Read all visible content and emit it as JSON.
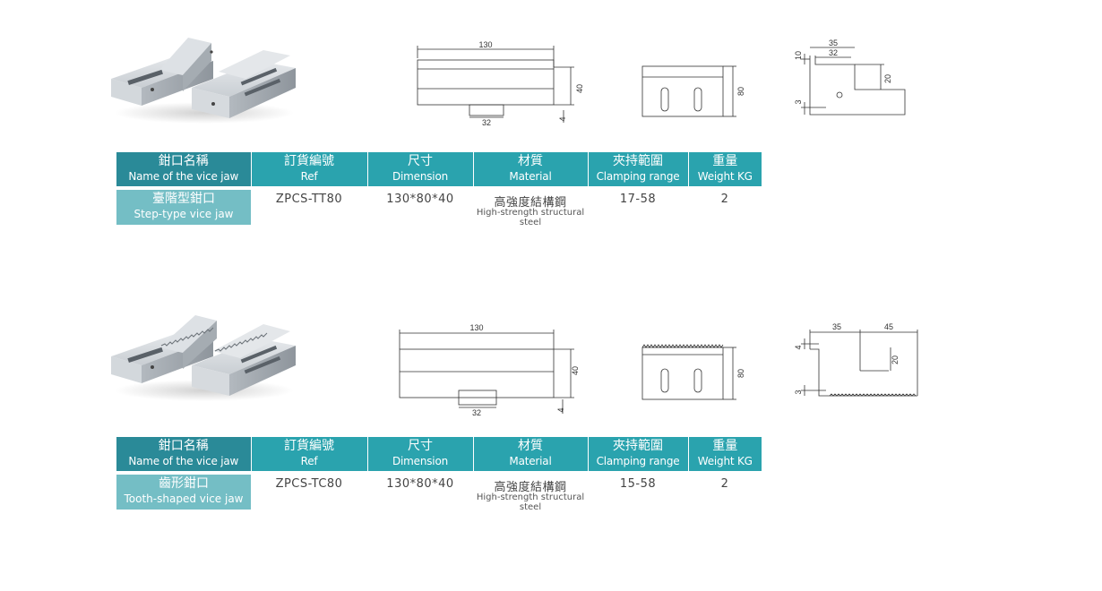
{
  "headers": {
    "name": {
      "zh": "鉗口名稱",
      "en": "Name of the vice jaw"
    },
    "ref": {
      "zh": "訂貨編號",
      "en": "Ref"
    },
    "dimension": {
      "zh": "尺寸",
      "en": "Dimension"
    },
    "material": {
      "zh": "材質",
      "en": "Material"
    },
    "clamping": {
      "zh": "夾持範圍",
      "en": "Clamping range"
    },
    "weight": {
      "zh": "重量",
      "en": "Weight KG"
    }
  },
  "products": [
    {
      "name_zh": "臺階型鉗口",
      "name_en": "Step-type vice jaw",
      "ref": "ZPCS-TT80",
      "dimension": "130*80*40",
      "material_zh": "高強度結構鋼",
      "material_en": "High-strength structural steel",
      "clamping": "17-58",
      "weight": "2",
      "drawing": {
        "side": {
          "length": "130",
          "height": "40",
          "slot": "32",
          "offset": "4"
        },
        "end": {
          "height": "80"
        },
        "profile": {
          "w_outer": "35",
          "w_inner": "32",
          "top": "10",
          "step": "20",
          "bottom": "3"
        }
      }
    },
    {
      "name_zh": "齒形鉗口",
      "name_en": "Tooth-shaped vice jaw",
      "ref": "ZPCS-TC80",
      "dimension": "130*80*40",
      "material_zh": "高強度結構鋼",
      "material_en": "High-strength structural steel",
      "clamping": "15-58",
      "weight": "2",
      "drawing": {
        "side": {
          "length": "130",
          "height": "40",
          "slot": "32",
          "offset": "4"
        },
        "end": {
          "height": "80"
        },
        "profile": {
          "w_left": "35",
          "w_right": "45",
          "top": "4",
          "step": "20",
          "bottom": "3"
        }
      }
    }
  ]
}
